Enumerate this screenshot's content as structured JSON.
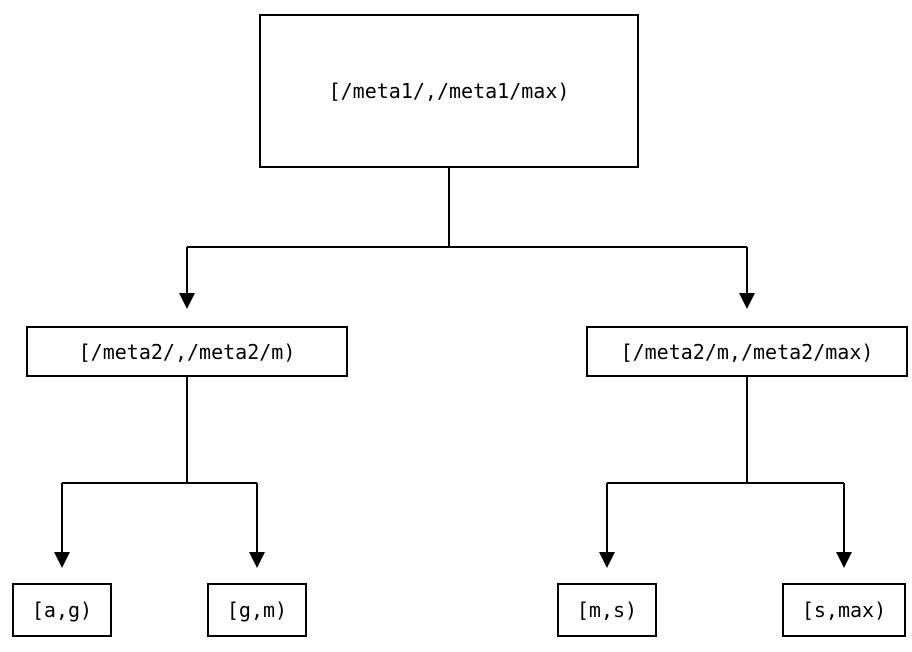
{
  "diagram": {
    "type": "tree",
    "description": "Binary interval partition tree",
    "colors": {
      "background": "#ffffff",
      "line": "#000000",
      "text": "#000000",
      "node_fill": "#ffffff"
    },
    "nodes": {
      "root": {
        "label": "[/meta1/,/meta1/max)"
      },
      "mid_left": {
        "label": "[/meta2/,/meta2/m)"
      },
      "mid_right": {
        "label": "[/meta2/m,/meta2/max)"
      },
      "leaf_ag": {
        "label": "[a,g)"
      },
      "leaf_gm": {
        "label": "[g,m)"
      },
      "leaf_ms": {
        "label": "[m,s)"
      },
      "leaf_smax": {
        "label": "[s,max)"
      }
    },
    "edges": [
      {
        "from": "root",
        "to": "mid_left",
        "arrow": "down"
      },
      {
        "from": "root",
        "to": "mid_right",
        "arrow": "down"
      },
      {
        "from": "mid_left",
        "to": "leaf_ag",
        "arrow": "down"
      },
      {
        "from": "mid_left",
        "to": "leaf_gm",
        "arrow": "down"
      },
      {
        "from": "mid_right",
        "to": "leaf_ms",
        "arrow": "down"
      },
      {
        "from": "mid_right",
        "to": "leaf_smax",
        "arrow": "down"
      }
    ]
  }
}
